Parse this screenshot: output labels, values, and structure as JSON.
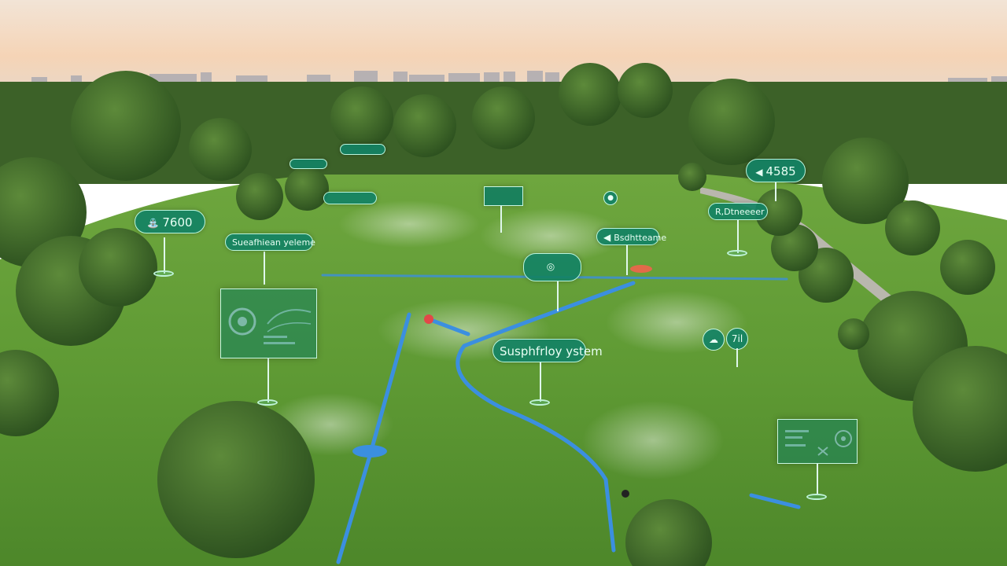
{
  "labels": {
    "gauge_left": "7600",
    "top_left_a": "",
    "top_center": "",
    "system_left": "Sueafhiean yeleme",
    "system_center": "Susphfrloy ystem",
    "value_right": "4585",
    "right_tag": "R,Dtneeeer",
    "mid_right_tag": "Bsdhtteame",
    "center_status": "",
    "right_round": "7il"
  },
  "icons": {
    "gauge_left": "faucet-icon",
    "value_right": "speaker-icon",
    "mid_right_tag": "speaker-icon",
    "center_status": "sensor-icon",
    "cloud": "cloud-rain-icon",
    "panel_left": "dial-chart-icon",
    "panel_right": "controls-icon"
  },
  "colors": {
    "sky_top": "#f4d9bf",
    "grass": "#5f9a34",
    "pipe": "#3b8fe0",
    "tag_bg": "#14826a"
  }
}
